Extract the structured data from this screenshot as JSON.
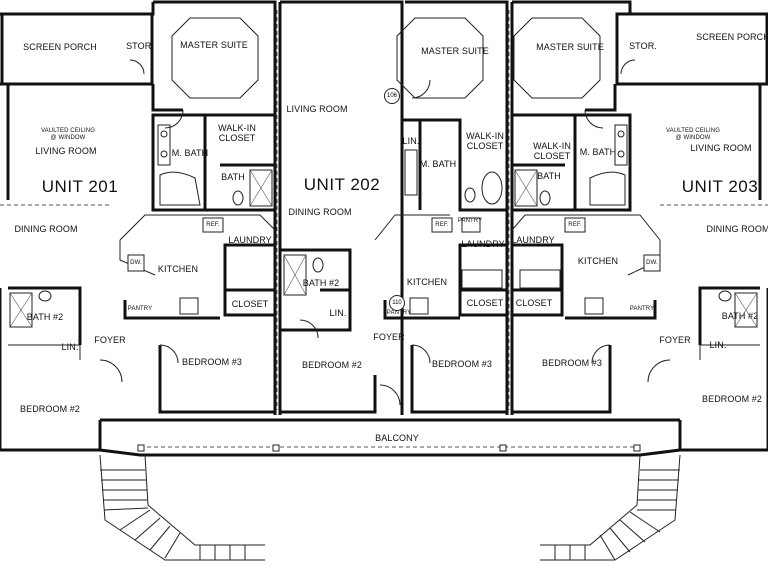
{
  "units": [
    "UNIT 201",
    "UNIT 202",
    "UNIT 203"
  ],
  "rooms": {
    "screen_porch": "SCREEN PORCH",
    "stor": "STOR.",
    "master_suite": "MASTER SUITE",
    "living_room": "LIVING ROOM",
    "vaulted": "VAULTED CEILING\n@ WINDOW",
    "m_bath": "M. BATH",
    "walk_in": "WALK-IN\nCLOSET",
    "bath": "BATH",
    "lin": "LIN.",
    "dining_room": "DINING ROOM",
    "laundry": "LAUNDRY",
    "kitchen": "KITCHEN",
    "closet": "CLOSET",
    "bath2": "BATH #2",
    "foyer": "FOYER",
    "bedroom2": "BEDROOM #2",
    "bedroom3": "BEDROOM #3",
    "balcony": "BALCONY"
  },
  "fixtures": {
    "ref": "REF.",
    "dw": "DW.",
    "pantry": "PANTRY"
  },
  "tags": [
    "106",
    "110"
  ]
}
